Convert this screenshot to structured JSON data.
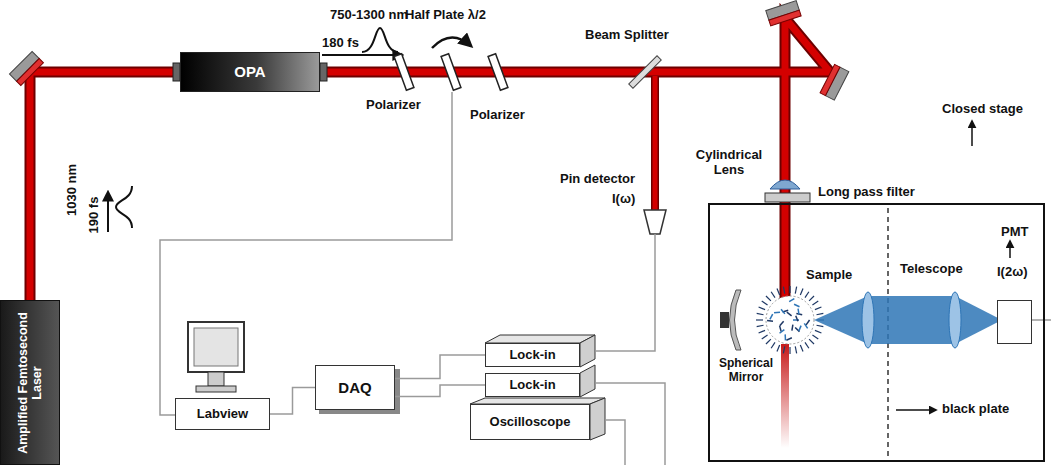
{
  "diagram": {
    "nodes": [
      {
        "text": [
          "Amplified Femtosecond Laser"
        ]
      },
      {
        "text": [
          "OPA"
        ]
      },
      {
        "text": [
          "Labview"
        ]
      },
      {
        "text": [
          "DAQ"
        ]
      },
      {
        "text": [
          "Lock-in"
        ]
      },
      {
        "text": [
          "Lock-in"
        ]
      },
      {
        "text": [
          "Oscilloscope"
        ]
      },
      {
        "text": [
          "Closed stage"
        ]
      },
      {
        "text": [
          "PMT",
          "I(2ω)"
        ],
        "in": 7
      }
    ],
    "edges": [
      {
        "from": 4,
        "to": 3,
        "arrow": "none"
      },
      {
        "from": 5,
        "to": 3,
        "arrow": "none"
      },
      {
        "from": 3,
        "to": 2,
        "arrow": "none"
      }
    ],
    "labels": [
      "750-1300 nm",
      "180 fs",
      "1030 nm",
      "190 fs",
      "Half Plate λ/2",
      "Polarizer",
      "Polarizer",
      "Beam Splitter",
      "Pin detector",
      "I(ω)",
      "Cylindrical Lens",
      "Long pass filter",
      "Sample",
      "Spherical Mirror",
      "Telescope",
      "black plate"
    ]
  }
}
